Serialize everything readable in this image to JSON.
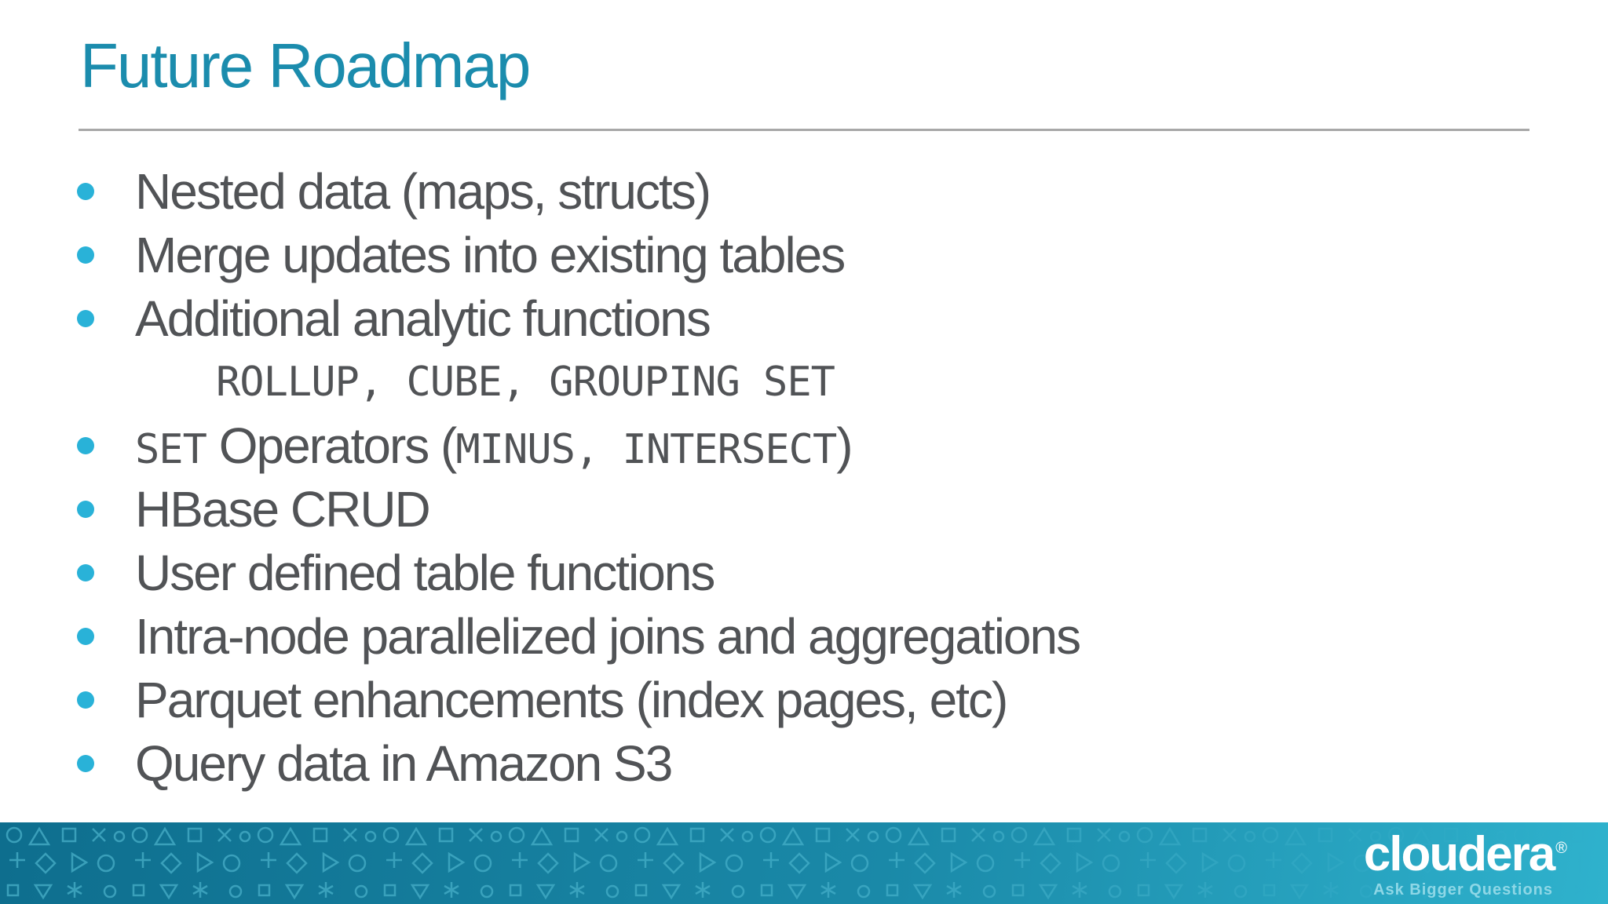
{
  "slide": {
    "title": "Future Roadmap",
    "bullets": [
      "Nested data (maps, structs)",
      "Merge updates into existing tables",
      "Additional analytic functions",
      "ROLLUP, CUBE, GROUPING SET",
      {
        "seg1": "SET",
        "seg2": " Operators (",
        "seg3": "MINUS, INTERSECT",
        "seg4": ")"
      },
      "HBase CRUD",
      "User defined table functions",
      "Intra-node parallelized joins and aggregations",
      "Parquet enhancements (index pages, etc)",
      "Query data in Amazon S3"
    ]
  },
  "footer": {
    "logo": "cloudera",
    "registered_mark": "®",
    "tagline": "Ask Bigger Questions"
  },
  "colors": {
    "title": "#1b8cad",
    "dot": "#29b2d8",
    "text": "#515356",
    "rule": "#a8a8a8",
    "footer_dark": "#0e6e8e",
    "footer_mid": "#1a89a8",
    "footer_light": "#2fb2cd",
    "tagline": "#8ed7e6"
  }
}
